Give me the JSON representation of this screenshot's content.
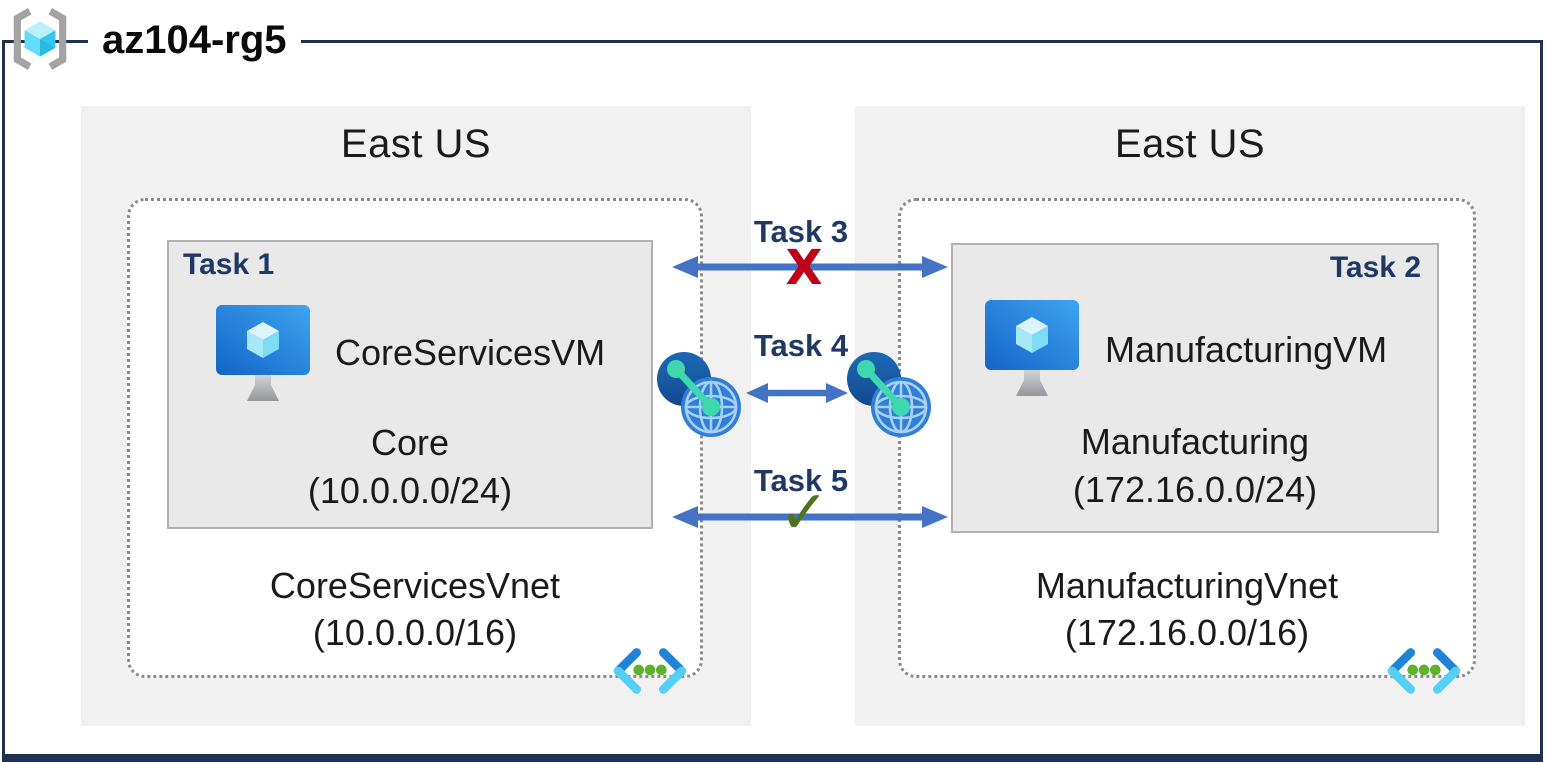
{
  "resource_group": {
    "name": "az104-rg5"
  },
  "regions": [
    {
      "name": "East US",
      "task_box": {
        "label": "Task 1",
        "vm_name": "CoreServicesVM",
        "subnet_name": "Core",
        "subnet_cidr": "(10.0.0.0/24)"
      },
      "vnet": {
        "name": "CoreServicesVnet",
        "cidr": "(10.0.0.0/16)"
      }
    },
    {
      "name": "East US",
      "task_box": {
        "label": "Task 2",
        "vm_name": "ManufacturingVM",
        "subnet_name": "Manufacturing",
        "subnet_cidr": "(172.16.0.0/24)"
      },
      "vnet": {
        "name": "ManufacturingVnet",
        "cidr": "(172.16.0.0/16)"
      }
    }
  ],
  "connections": [
    {
      "label": "Task 3",
      "status": "blocked",
      "marker": "X"
    },
    {
      "label": "Task 4",
      "status": "peering",
      "marker": ""
    },
    {
      "label": "Task 5",
      "status": "allowed",
      "marker": "✓"
    }
  ],
  "icons": {
    "resource_group": "resource-group-icon",
    "virtual_machine": "virtual-machine-icon",
    "vnet_peering": "vnet-peering-icon",
    "virtual_network": "virtual-network-icon"
  },
  "colors": {
    "frame_navy": "#1e3151",
    "task_label_navy": "#1f3864",
    "arrow_blue": "#4472c4",
    "blocked_x_red": "#c00018",
    "allowed_check_green": "#4e721d",
    "region_bg": "#f1f1f2",
    "task_box_bg": "#e9e9ea",
    "dashed_border": "#8a8a8a",
    "vm_screen_blue": "#1464c8",
    "peering_globe_blue": "#2f7fd9",
    "peering_link_teal": "#3fd7ae",
    "vnet_chevron_blue": "#1d84d8",
    "vnet_chevron_cyan": "#55d0f4",
    "vnet_dot_green": "#5cb32b"
  }
}
